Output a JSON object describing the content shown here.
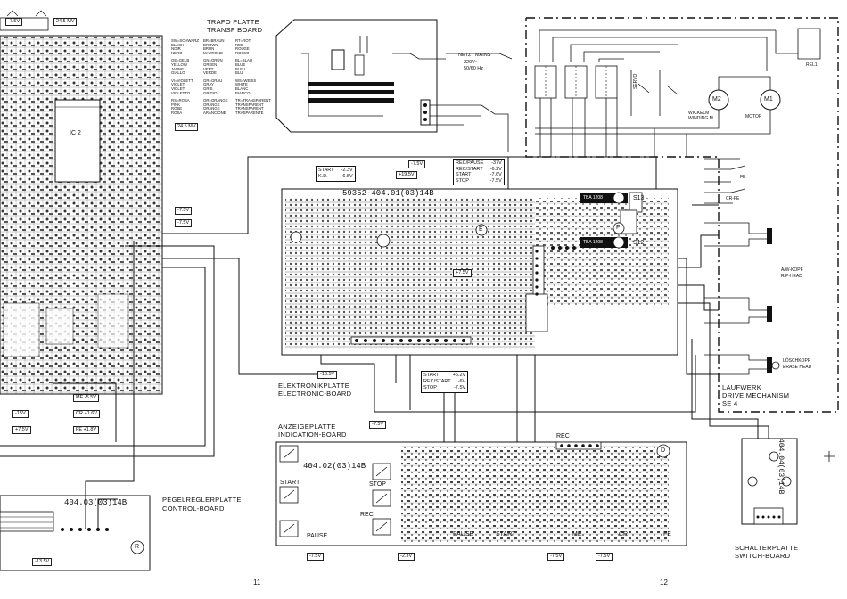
{
  "boards": {
    "trafo": {
      "title1": "TRAFO PLATTE",
      "title2": "TRANSF BOARD"
    },
    "mains": {
      "line1": "NETZ / MAINS",
      "line2": "220V~",
      "line3": "50/60 Hz"
    },
    "electronic": {
      "title1": "ELEKTRONIKPLATTE",
      "title2": "ELECTRONIC-BOARD",
      "part": "59352-404.01(03)14B"
    },
    "indication": {
      "title1": "ANZEIGEPLATTE",
      "title2": "INDICATION-BOARD",
      "part": "404.02(03)14B"
    },
    "control": {
      "title1": "PEGELREGLERPLATTE",
      "title2": "CONTROL-BOARD",
      "part": "404.03(03)14B"
    },
    "switch": {
      "title1": "SCHALTERPLATTE",
      "title2": "SWITCH-BOARD",
      "part": "404.04(03)14B"
    },
    "drive": {
      "title1": "LAUFWERK",
      "title2": "DRIVE MECHANISM",
      "title3": "SE 4"
    }
  },
  "color_codes": [
    "SW=SCHWARZ",
    "BLACK",
    "NOIR",
    "NERO",
    "BR=BRAUN",
    "BROWN",
    "BRUN",
    "MARRONE",
    "RT=ROT",
    "RED",
    "ROUGE",
    "ROSSO",
    "GE=GELB",
    "YELLOW",
    "JAUNE",
    "GIALLO",
    "GN=GRÜN",
    "GREEN",
    "VERT",
    "VERDE",
    "BL=BLAU",
    "BLUE",
    "BLEU",
    "BLU",
    "VI=VIOLETT",
    "VIOLET",
    "VIOLET",
    "VIOLETTO",
    "GR=GRAU",
    "GRAY",
    "GRIS",
    "GRIGIO",
    "WS=WEISS",
    "WHITE",
    "BLANC",
    "BIANCO",
    "RS=ROSA",
    "PINK",
    "ROSE",
    "ROSA",
    "OR=ORANGE",
    "ORANGE",
    "ORANGE",
    "ARANCIONE",
    "TR=TRANSPARENT",
    "TRANSPARENT",
    "TRANSPARENT",
    "TRASPARENTE"
  ],
  "voltages": {
    "v245a": "24.5 MV",
    "v245b": "24.5 MV",
    "vn75a": "-7.5V",
    "vn75b": "-7.5V",
    "vn75c": "-7.5V",
    "vn75d": "-7.5V",
    "vp75": "+7.5V",
    "vn135": "-13.5V",
    "vp195": "+19.5V",
    "vn15": "-15V",
    "vme55": "ME -5.5V",
    "vcr16": "CR +1.6V",
    "vfe18": "FE +1.8V",
    "vp75b": "+7.5V",
    "vn135b": "-13.5V",
    "vn75e": "-7.5V",
    "vn75f": "-7.5V",
    "vn75g": "-7.5V",
    "vn75h": "-7.5V",
    "vn23": "-2.3V"
  },
  "state_table_top": {
    "rows": [
      [
        "START",
        "-2.3V"
      ],
      [
        "K.D.",
        "+6.5V"
      ]
    ]
  },
  "state_table_right": {
    "rows": [
      [
        "REC/PAUSE",
        "-37V"
      ],
      [
        "REC/START",
        "-6.2V"
      ],
      [
        "START",
        "-7.6V"
      ],
      [
        "STOP",
        "-7.5V"
      ]
    ]
  },
  "state_table_bottom": {
    "rows": [
      [
        "START",
        "+6.2V"
      ],
      [
        "REC/START",
        "-6V"
      ],
      [
        "STOP",
        "-7.5V"
      ]
    ]
  },
  "heads": {
    "aw": "A/W-KOPF",
    "rp": "R/P-HEAD",
    "loesch": "LÖSCHKOPF",
    "erase": "ERASE HEAD",
    "m1": "M1",
    "m2": "M2",
    "motor": "MOTOR",
    "wickel": "WICKELM",
    "winding": "WINDING M",
    "rel1": "REL1",
    "servo": "SERVO",
    "fe": "FE",
    "cr_fe": "CR-FE"
  },
  "buttons": {
    "start": "START",
    "stop": "STOP",
    "rec": "REC",
    "pause": "PAUSE",
    "pause2": "PAUSE",
    "start2": "START",
    "me": "ME",
    "cr": "CR",
    "fe": "FE",
    "rec2": "REC"
  },
  "ic": {
    "ic2": "IC 2"
  },
  "chips": {
    "a": "TBA 1208",
    "b": "TBA 1208"
  },
  "badges": {
    "s12": "S12",
    "s13": "S13",
    "pd": "D",
    "pr": "R",
    "pe": "E",
    "pf": "F"
  },
  "page_numbers": {
    "left": "11",
    "right": "12"
  }
}
